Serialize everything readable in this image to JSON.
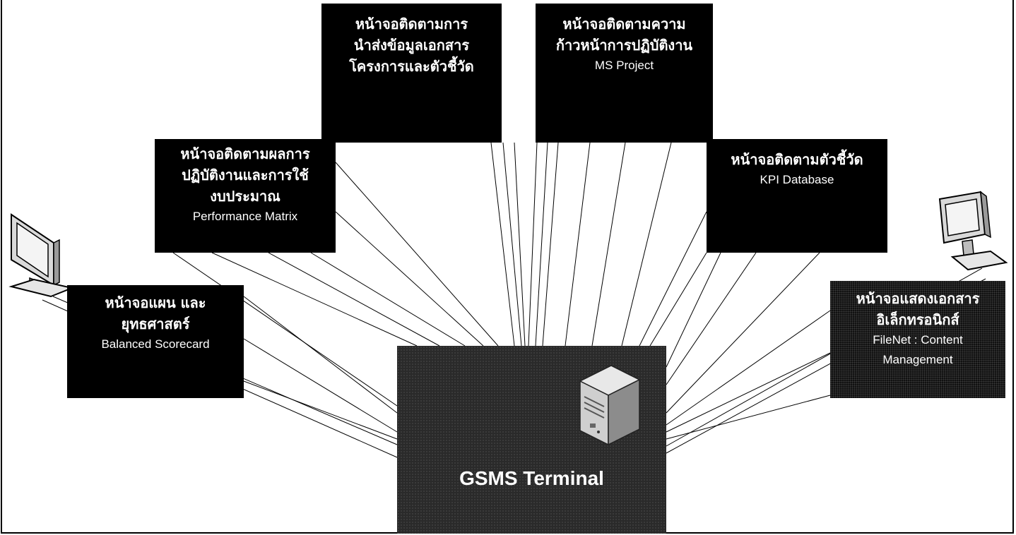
{
  "hub": {
    "title": "GSMS Terminal",
    "icon": "server-icon"
  },
  "nodes": [
    {
      "id": "balanced-scorecard",
      "th": [
        "หน้าจอแผน และ",
        "ยุทธศาสตร์"
      ],
      "en": [
        "Balanced Scorecard"
      ]
    },
    {
      "id": "performance-matrix",
      "th": [
        "หน้าจอติดตามผลการ",
        "ปฏิบัติงานและการใช้",
        "งบประมาณ"
      ],
      "en": [
        "Performance Matrix"
      ]
    },
    {
      "id": "document-tracking",
      "th": [
        "หน้าจอติดตามการ",
        "นำส่งข้อมูลเอกสาร",
        "โครงการและตัวชี้วัด"
      ],
      "en": []
    },
    {
      "id": "ms-project",
      "th": [
        "หน้าจอติดตามความ",
        "ก้าวหน้าการปฏิบัติงาน"
      ],
      "en": [
        "MS Project"
      ]
    },
    {
      "id": "kpi-database",
      "th": [
        "หน้าจอติดตามตัวชี้วัด"
      ],
      "en": [
        "KPI Database"
      ]
    },
    {
      "id": "filenet",
      "th": [
        "หน้าจอแสดงเอกสาร",
        "อิเล็กทรอนิกส์"
      ],
      "en": [
        "FileNet : Content",
        "Management"
      ]
    }
  ],
  "clients": [
    {
      "id": "left",
      "icon": "monitor-icon"
    },
    {
      "id": "right",
      "icon": "monitor-icon"
    }
  ]
}
